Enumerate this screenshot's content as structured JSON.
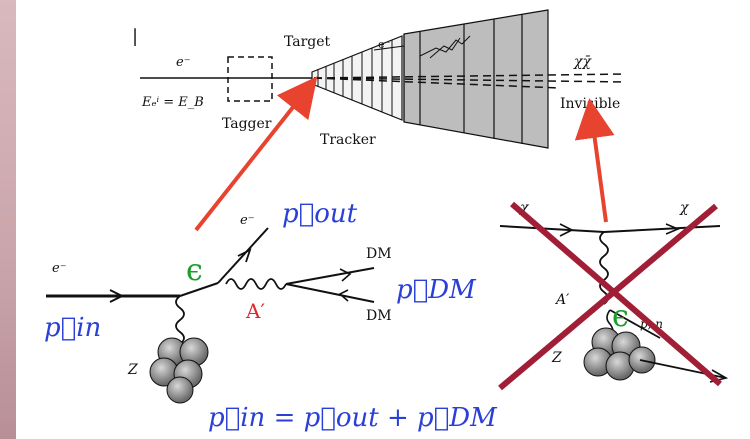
{
  "detector": {
    "electron_label": "e⁻",
    "beam_energy_label": "Eₑⁱ = E_B",
    "tagger_label": "Tagger",
    "target_label": "Target",
    "tracker_label": "Tracker",
    "inner_electron_label": "e⁻",
    "chi_pair_label": "χχ̄",
    "invisible_label": "Invisible"
  },
  "feynman_left": {
    "incoming_electron_label": "e⁻",
    "p_in_label": "p⃗in",
    "epsilon_label": "ϵ",
    "outgoing_electron_label": "e⁻",
    "p_out_label": "p⃗out",
    "dark_photon_label": "A′",
    "dm_top_label": "DM",
    "dm_bottom_label": "DM",
    "p_dm_label": "p⃗DM",
    "nucleus_label": "Z"
  },
  "feynman_right": {
    "chi_in_label": "χ",
    "chi_out_label": "χ",
    "dark_photon_label": "A′",
    "epsilon_label": "ϵ",
    "pn_label": "p, n",
    "nucleus_label": "Z"
  },
  "equation": "p⃗in = p⃗out + p⃗DM",
  "colors": {
    "arrow": "#e8432f",
    "cross": "#a01e36",
    "momentum": "#2a3fd6",
    "dark_photon": "#e0262e",
    "coupling": "#1a9e2a"
  }
}
